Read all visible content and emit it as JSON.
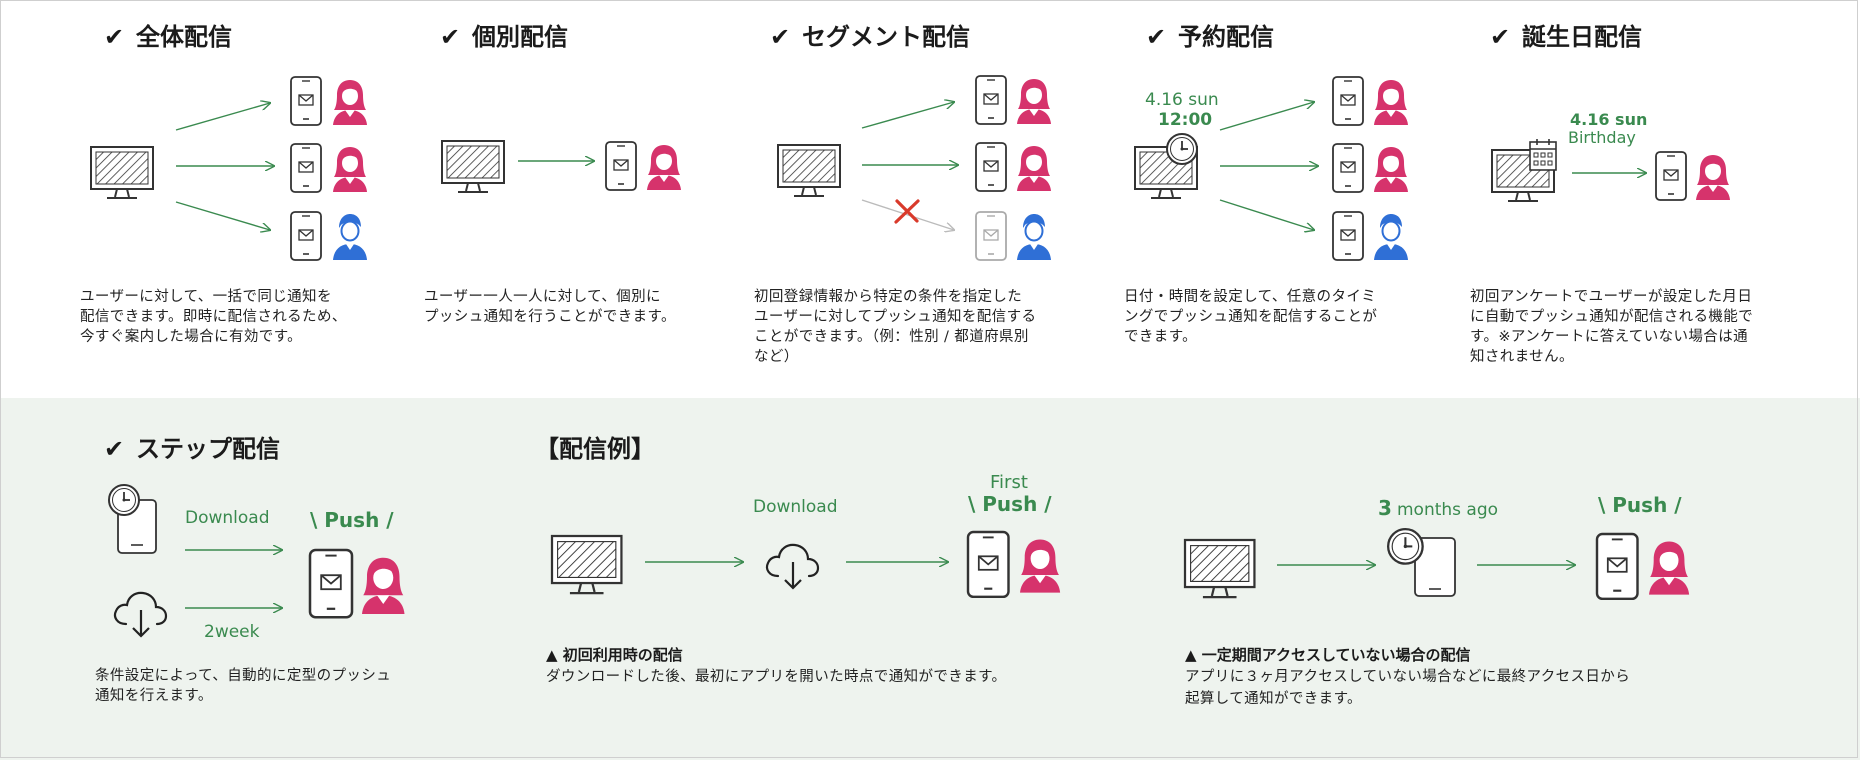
{
  "colors": {
    "accent_green": "#3a8a4f",
    "female_pink": "#d6336c",
    "male_blue": "#2f6fd6",
    "cancel_red": "#d93a2b",
    "bottom_bg": "#eef3ee"
  },
  "sections": {
    "broadcast": {
      "title": "全体配信",
      "desc": [
        "ユーザーに対して、一括で同じ通知を",
        "配信できます。即時に配信されるため、",
        "今すぐ案内した場合に有効です。"
      ]
    },
    "individual": {
      "title": "個別配信",
      "desc": [
        "ユーザー一人一人に対して、個別に",
        "プッシュ通知を行うことができます。"
      ]
    },
    "segment": {
      "title": "セグメント配信",
      "desc": [
        "初回登録情報から特定の条件を指定した",
        "ユーザーに対してプッシュ通知を配信する",
        "ことができます。（例：性別 / 都道府県別",
        "など）"
      ]
    },
    "scheduled": {
      "title": "予約配信",
      "date": "4.16 sun",
      "time": "12:00",
      "desc": [
        "日付・時間を設定して、任意のタイミ",
        "ングでプッシュ通知を配信することが",
        "できます。"
      ]
    },
    "birthday": {
      "title": "誕生日配信",
      "date": "4.16 sun",
      "label": "Birthday",
      "desc": [
        "初回アンケートでユーザーが設定した月日",
        "に自動でプッシュ通知が配信される機能で",
        "す。※アンケートに答えていない場合は通",
        "知されません。"
      ]
    },
    "step": {
      "title": "ステップ配信",
      "download": "Download",
      "interval": "2week",
      "push": "\\ Push /",
      "desc": [
        "条件設定によって、自動的に定型のプッシュ",
        "通知を行えます。"
      ]
    },
    "examples": {
      "title": "【配信例】",
      "first_use": {
        "download": "Download",
        "first": "First",
        "push": "\\ Push /",
        "heading": "▲ 初回利用時の配信",
        "desc": [
          "ダウンロードした後、最初にアプリを開いた時点で通知ができます。"
        ]
      },
      "inactive": {
        "months_num": "3",
        "months_text": "months ago",
        "push": "\\ Push /",
        "heading": "▲ 一定期間アクセスしていない場合の配信",
        "desc": [
          "アプリに３ヶ月アクセスしていない場合などに最終アクセス日から",
          "起算して通知ができます。"
        ]
      }
    }
  }
}
